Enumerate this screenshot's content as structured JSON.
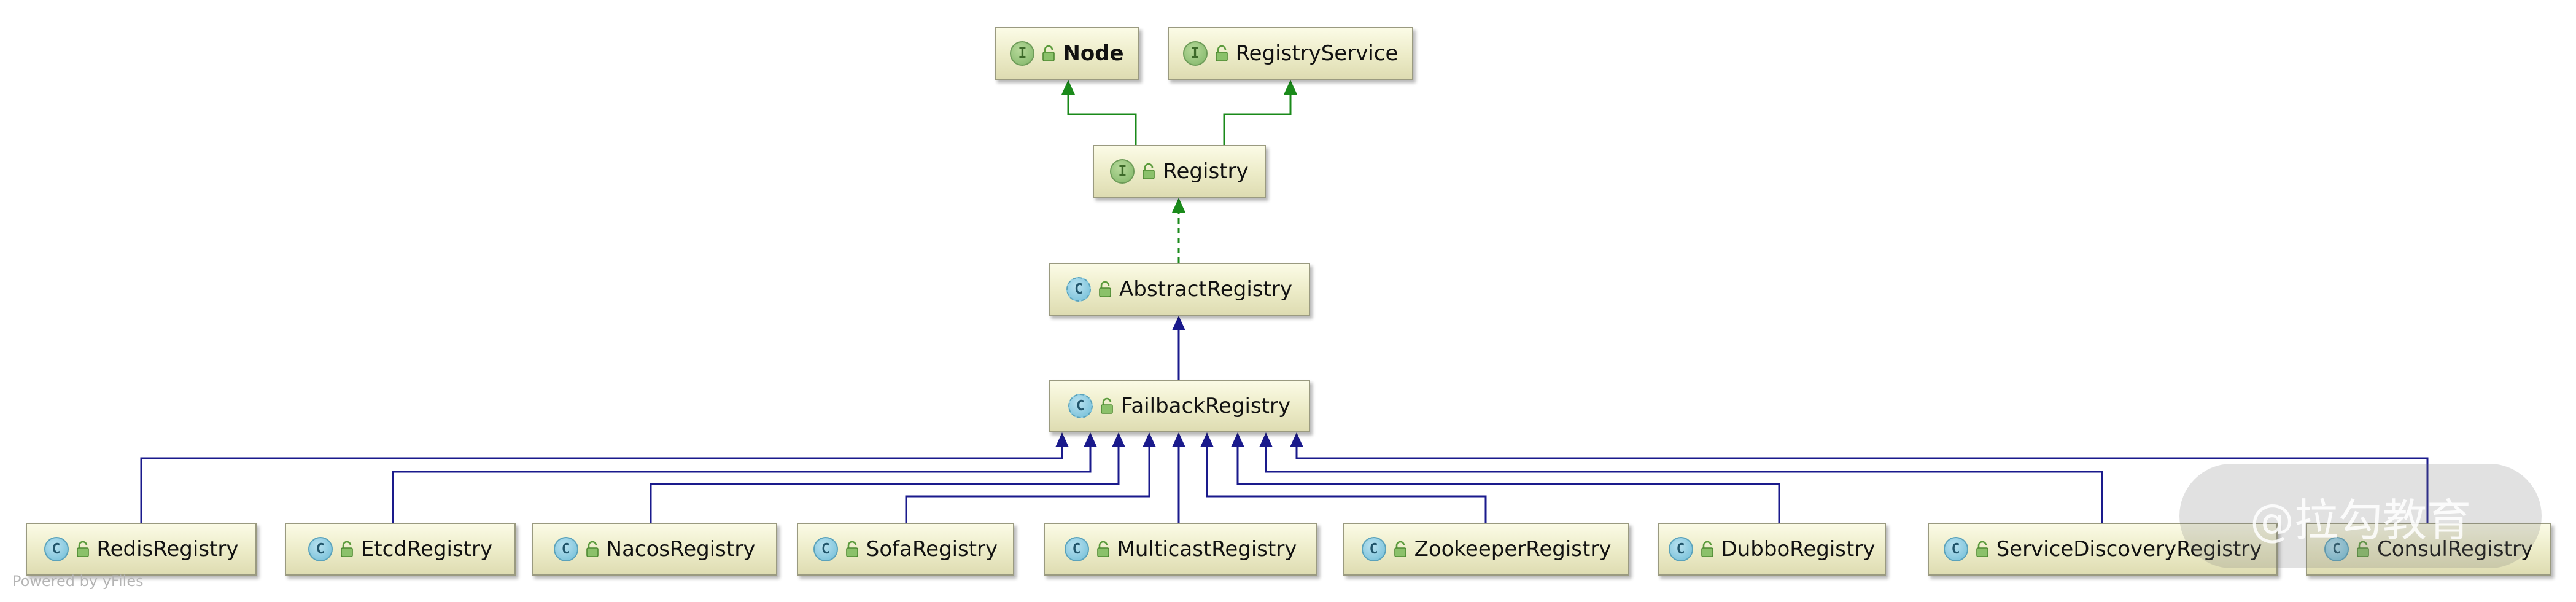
{
  "diagram": {
    "nodes": [
      {
        "id": "node",
        "label": "Node",
        "kind": "interface",
        "badge": "I"
      },
      {
        "id": "registryservice",
        "label": "RegistryService",
        "kind": "interface",
        "badge": "I"
      },
      {
        "id": "registry",
        "label": "Registry",
        "kind": "interface",
        "badge": "I"
      },
      {
        "id": "abstractregistry",
        "label": "AbstractRegistry",
        "kind": "abstract-class",
        "badge": "C"
      },
      {
        "id": "failbackregistry",
        "label": "FailbackRegistry",
        "kind": "abstract-class",
        "badge": "C"
      },
      {
        "id": "redisregistry",
        "label": "RedisRegistry",
        "kind": "class",
        "badge": "C"
      },
      {
        "id": "etcdregistry",
        "label": "EtcdRegistry",
        "kind": "class",
        "badge": "C"
      },
      {
        "id": "nacosregistry",
        "label": "NacosRegistry",
        "kind": "class",
        "badge": "C"
      },
      {
        "id": "sofaregistry",
        "label": "SofaRegistry",
        "kind": "class",
        "badge": "C"
      },
      {
        "id": "multicastregistry",
        "label": "MulticastRegistry",
        "kind": "class",
        "badge": "C"
      },
      {
        "id": "zookeeperregistry",
        "label": "ZookeeperRegistry",
        "kind": "class",
        "badge": "C"
      },
      {
        "id": "dubboregistry",
        "label": "DubboRegistry",
        "kind": "class",
        "badge": "C"
      },
      {
        "id": "servicediscoveryregistry",
        "label": "ServiceDiscoveryRegistry",
        "kind": "class",
        "badge": "C"
      },
      {
        "id": "consulregistry",
        "label": "ConsulRegistry",
        "kind": "class",
        "badge": "C"
      }
    ],
    "edges": [
      {
        "from": "registry",
        "to": "node",
        "type": "extends-interface"
      },
      {
        "from": "registry",
        "to": "registryservice",
        "type": "extends-interface"
      },
      {
        "from": "abstractregistry",
        "to": "registry",
        "type": "implements"
      },
      {
        "from": "failbackregistry",
        "to": "abstractregistry",
        "type": "extends"
      },
      {
        "from": "redisregistry",
        "to": "failbackregistry",
        "type": "extends"
      },
      {
        "from": "etcdregistry",
        "to": "failbackregistry",
        "type": "extends"
      },
      {
        "from": "nacosregistry",
        "to": "failbackregistry",
        "type": "extends"
      },
      {
        "from": "sofaregistry",
        "to": "failbackregistry",
        "type": "extends"
      },
      {
        "from": "multicastregistry",
        "to": "failbackregistry",
        "type": "extends"
      },
      {
        "from": "zookeeperregistry",
        "to": "failbackregistry",
        "type": "extends"
      },
      {
        "from": "dubboregistry",
        "to": "failbackregistry",
        "type": "extends"
      },
      {
        "from": "servicediscoveryregistry",
        "to": "failbackregistry",
        "type": "extends"
      },
      {
        "from": "consulregistry",
        "to": "failbackregistry",
        "type": "extends"
      }
    ],
    "colors": {
      "interface_edge": "#1a8a1a",
      "class_edge": "#1a1a8c",
      "node_border": "#9a9a80"
    },
    "icons": {
      "interface_badge": "interface-icon",
      "class_badge": "class-icon",
      "visibility": "public-lock-icon"
    }
  },
  "footer": "Powered by yFiles",
  "watermark": "@拉勾教育"
}
